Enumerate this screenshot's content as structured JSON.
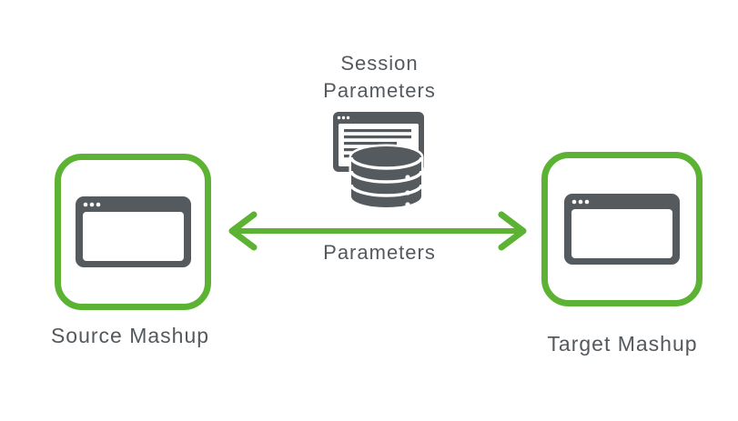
{
  "labels": {
    "session": {
      "line1": "Session",
      "line2": "Parameters"
    },
    "arrow": "Parameters",
    "source": "Source Mashup",
    "target": "Target Mashup"
  },
  "colors": {
    "accent_green": "#5cb233",
    "icon_gray": "#555a5e",
    "text": "#54595e",
    "background": "#ffffff"
  },
  "icons": {
    "source_node": "browser-window-icon",
    "target_node": "browser-window-icon",
    "center": "session-database-icon",
    "connector": "double-headed-arrow-icon"
  }
}
